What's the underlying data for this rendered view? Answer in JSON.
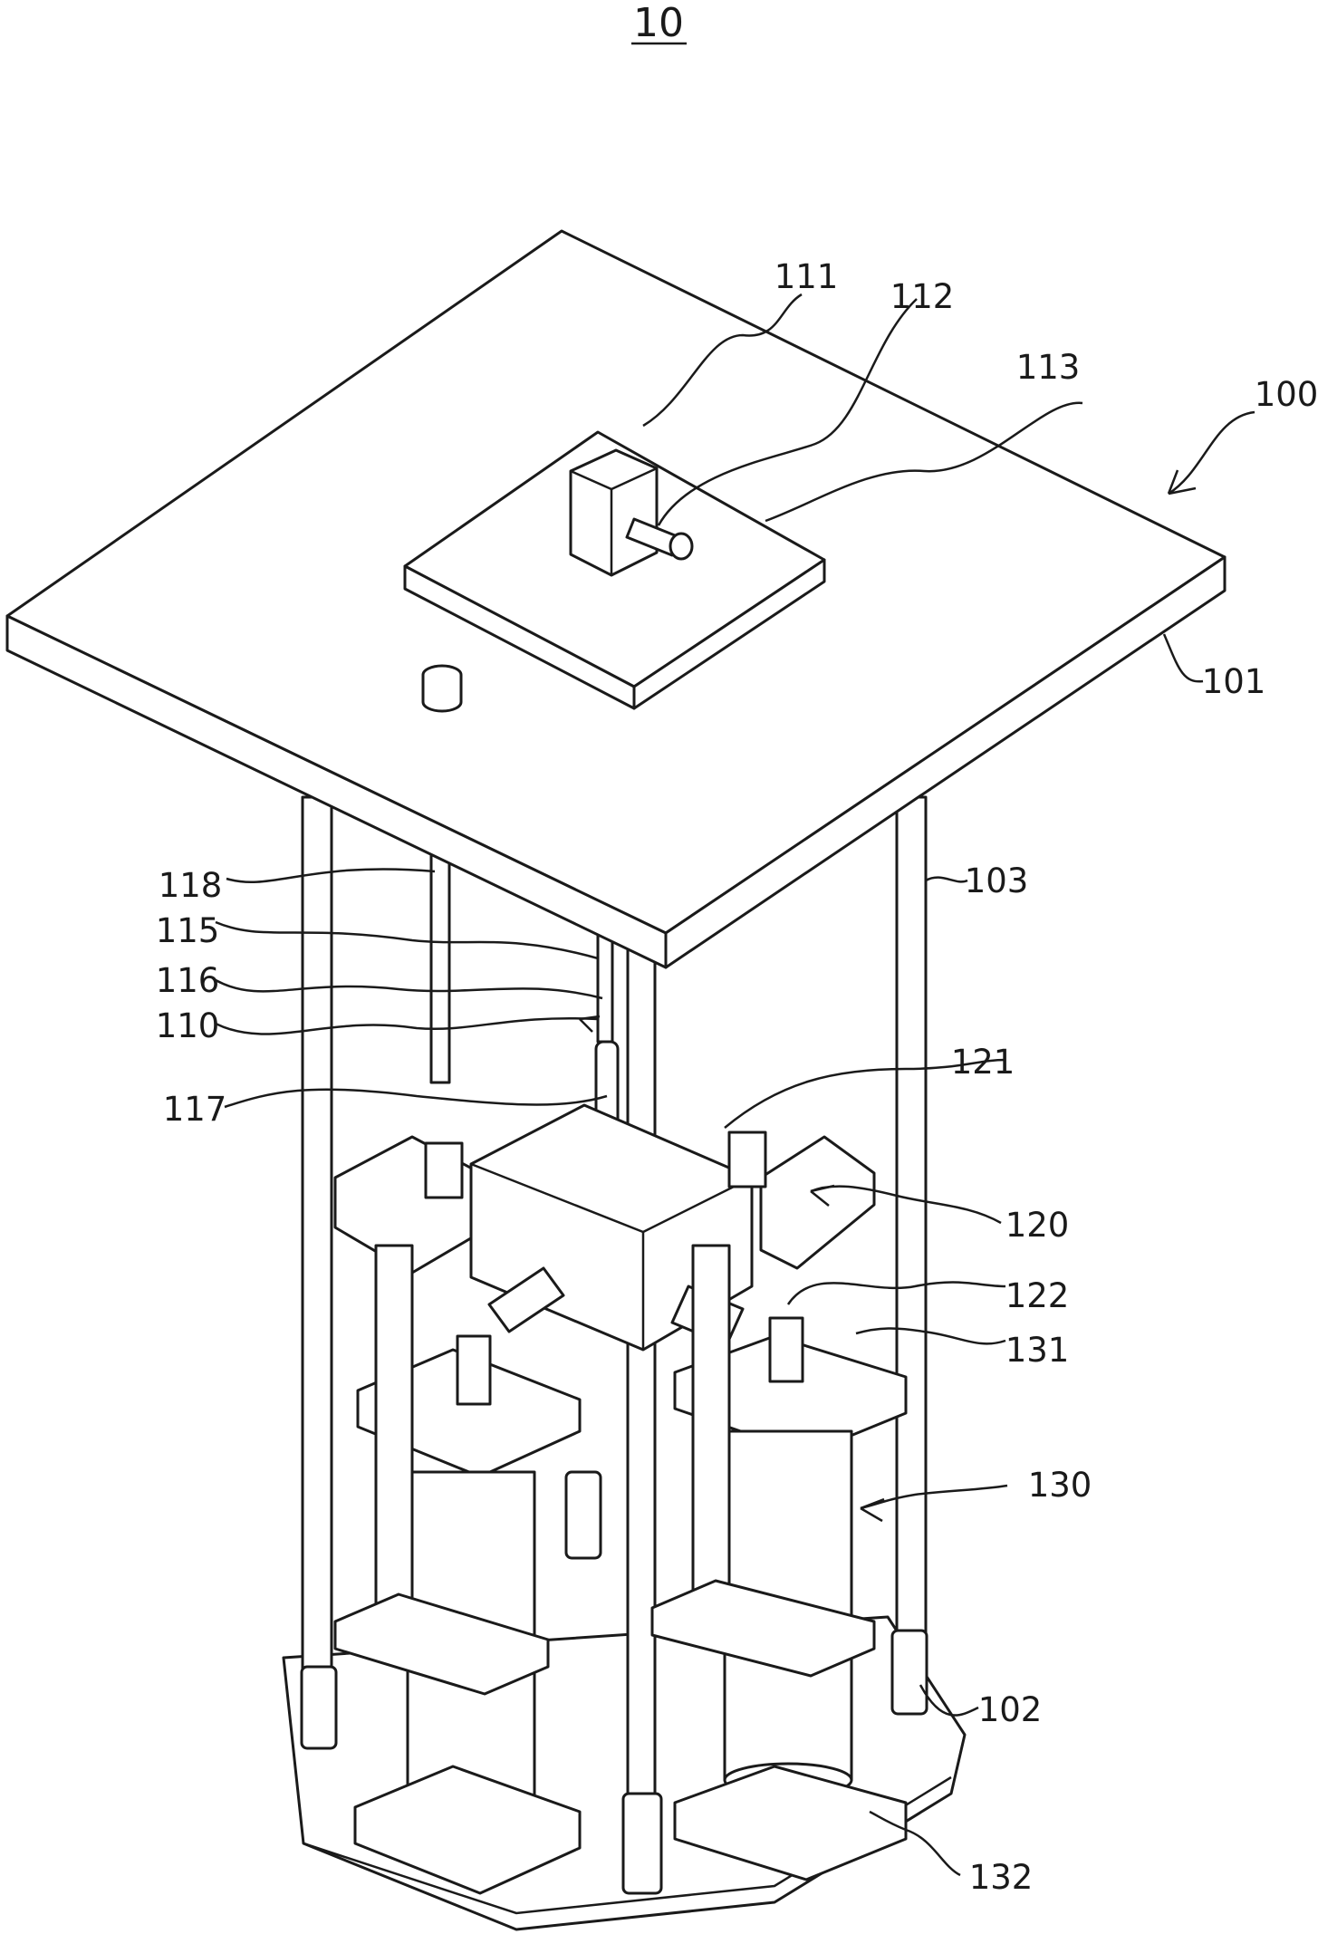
{
  "figure": {
    "title": "10",
    "labels": {
      "l100": "100",
      "l101": "101",
      "l102": "102",
      "l103": "103",
      "l110": "110",
      "l111": "111",
      "l112": "112",
      "l113": "113",
      "l115": "115",
      "l116": "116",
      "l117": "117",
      "l118": "118",
      "l120": "120",
      "l121": "121",
      "l122": "122",
      "l130": "130",
      "l131": "131",
      "l132": "132"
    }
  }
}
